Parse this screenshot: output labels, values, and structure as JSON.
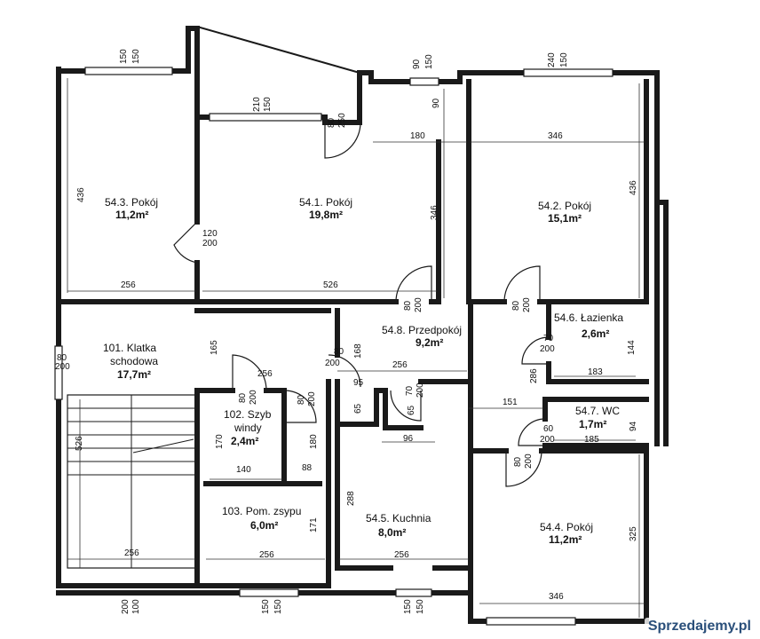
{
  "rooms": [
    {
      "id": "r543",
      "name": "54.3. Pokój",
      "area": "11,2m²"
    },
    {
      "id": "r541",
      "name": "54.1. Pokój",
      "area": "19,8m²"
    },
    {
      "id": "r542",
      "name": "54.2. Pokój",
      "area": "15,1m²"
    },
    {
      "id": "r548",
      "name": "54.8. Przedpokój",
      "area": "9,2m²"
    },
    {
      "id": "r546",
      "name": "54.6. Łazienka",
      "area": "2,6m²"
    },
    {
      "id": "r547",
      "name": "54.7. WC",
      "area": "1,7m²"
    },
    {
      "id": "r101",
      "name_line1": "101. Klatka",
      "name_line2": "schodowa",
      "area": "17,7m²"
    },
    {
      "id": "r102",
      "name_line1": "102. Szyb",
      "name_line2": "windy",
      "area": "2,4m²"
    },
    {
      "id": "r103",
      "name": "103. Pom. zsypu",
      "area": "6,0m²"
    },
    {
      "id": "r545",
      "name": "54.5. Kuchnia",
      "area": "8,0m²"
    },
    {
      "id": "r544",
      "name": "54.4. Pokój",
      "area": "11,2m²"
    }
  ],
  "dimensions": {
    "d1": "150",
    "d2": "150",
    "d3": "210",
    "d4": "150",
    "d5": "90",
    "d6": "150",
    "d7": "240",
    "d8": "150",
    "d9": "90",
    "d10": "80",
    "d11": "250",
    "d12": "180",
    "d13": "346",
    "d14": "436",
    "d15": "346",
    "d16": "436",
    "d17": "120",
    "d18": "200",
    "d19": "256",
    "d20": "526",
    "d21": "80",
    "d22": "200",
    "d23": "80",
    "d24": "200",
    "d25": "165",
    "d26": "80",
    "d27": "200",
    "d28": "168",
    "d29": "256",
    "d30": "256",
    "d31": "70",
    "d32": "200",
    "d33": "144",
    "d34": "183",
    "d35": "286",
    "d36": "80",
    "d37": "200",
    "d38": "80",
    "d39": "200",
    "d40": "95",
    "d41": "70",
    "d42": "200",
    "d43": "65",
    "d44": "65",
    "d45": "151",
    "d46": "60",
    "d47": "200",
    "d48": "185",
    "d49": "94",
    "d50": "170",
    "d51": "180",
    "d52": "96",
    "d53": "140",
    "d54": "88",
    "d55": "80",
    "d56": "200",
    "d57": "526",
    "d58": "288",
    "d59": "171",
    "d60": "325",
    "d61": "256",
    "d62": "256",
    "d63": "256",
    "d64": "346",
    "d65": "200",
    "d66": "100",
    "d67": "150",
    "d68": "150",
    "d69": "150",
    "d70": "150",
    "d71": "80",
    "d72": "200"
  },
  "watermark": "Sprzedajemy.pl"
}
